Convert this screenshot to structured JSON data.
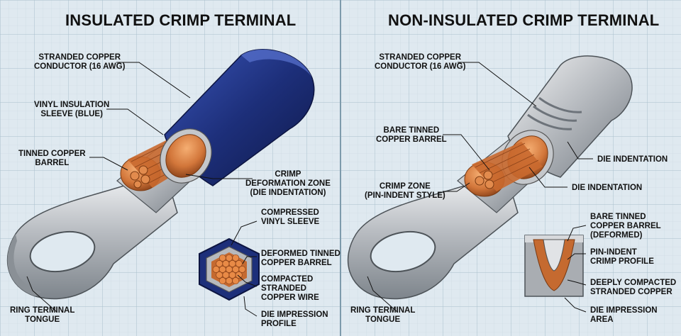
{
  "left_panel": {
    "title": "INSULATED CRIMP TERMINAL",
    "labels": {
      "stranded_conductor": [
        "STRANDED COPPER",
        "CONDUCTOR (16 AWG)"
      ],
      "vinyl_sleeve": [
        "VINYL INSULATION",
        "SLEEVE (BLUE)"
      ],
      "tinned_barrel": [
        "TINNED COPPER",
        "BARREL"
      ],
      "crimp_zone": [
        "CRIMP",
        "DEFORMATION ZONE",
        "(DIE INDENTATION)"
      ],
      "compressed_sleeve": [
        "COMPRESSED",
        "VINYL SLEEVE"
      ],
      "deformed_barrel": [
        "DEFORMED TINNED",
        "COPPER BARREL"
      ],
      "compacted_wire": [
        "COMPACTED",
        "STRANDED",
        "COPPER WIRE"
      ],
      "die_profile": [
        "DIE IMPRESSION",
        "PROFILE"
      ],
      "ring_tongue": [
        "RING TERMINAL",
        "TONGUE"
      ]
    }
  },
  "right_panel": {
    "title": "NON-INSULATED CRIMP TERMINAL",
    "labels": {
      "stranded_conductor": [
        "STRANDED COPPER",
        "CONDUCTOR (16 AWG)"
      ],
      "bare_barrel": [
        "BARE TINNED",
        "COPPER BARREL"
      ],
      "crimp_zone": [
        "CRIMP ZONE",
        "(PIN-INDENT STYLE)"
      ],
      "die_indentation_upper": [
        "DIE INDENTATION"
      ],
      "die_indentation_lower": [
        "DIE INDENTATION"
      ],
      "bare_barrel_deformed": [
        "BARE TINNED",
        "COPPER BARREL",
        "(DEFORMED)"
      ],
      "pin_indent_profile": [
        "PIN-INDENT",
        "CRIMP PROFILE"
      ],
      "compacted_copper": [
        "DEEPLY COMPACTED",
        "STRANDED COPPER"
      ],
      "die_area": [
        "DIE IMPRESSION",
        "AREA"
      ],
      "ring_tongue": [
        "RING TERMINAL",
        "TONGUE"
      ]
    }
  },
  "colors": {
    "background": "#dfe9f0",
    "grid": "#b9cad6",
    "sleeve_blue": "#1d2f7a",
    "copper": "#d2763a",
    "tin": "#b9bcc0",
    "divider": "#7d9aac"
  }
}
